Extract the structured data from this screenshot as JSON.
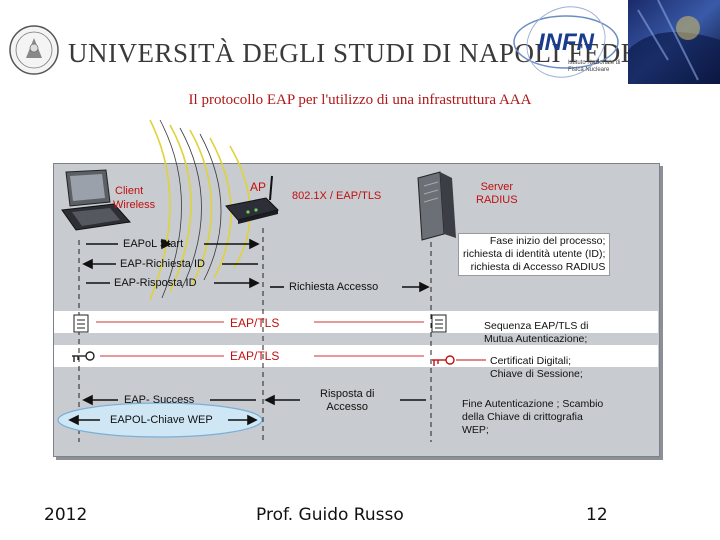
{
  "header": {
    "university_name": "UNIVERSITÀ DEGLI STUDI DI NAPOLI FEDERICO II",
    "infn_logo_text": "INFN",
    "infn_subtitle": "Istituto Nazionale di Fisica Nucleare"
  },
  "slide": {
    "title": "Il protocollo EAP per l'utilizzo di una infrastruttura AAA"
  },
  "diagram": {
    "client_label": "Client Wireless",
    "client_label_line1": "Client",
    "client_label_line2": "Wireless",
    "ap_label": "AP",
    "link_label": "802.1X / EAP/TLS",
    "server_label_line1": "Server",
    "server_label_line2": "RADIUS",
    "msg_eapol_start": "EAPoL Start",
    "msg_eap_richiesta_id": "EAP-Richiesta ID",
    "msg_eap_risposta_id": "EAP-Risposta ID",
    "msg_richiesta_accesso": "Richiesta Accesso",
    "msg_eap_tls_1": "EAP/TLS",
    "msg_eap_tls_2": "EAP/TLS",
    "msg_eap_success": "EAP- Success",
    "msg_eapol_chiave": "EAPOL-Chiave WEP",
    "msg_risposta_accesso_line1": "Risposta di",
    "msg_risposta_accesso_line2": "Accesso",
    "note_fase_line1": "Fase  inizio del processo;",
    "note_fase_line2": "richiesta di identità utente (ID);",
    "note_fase_line3": "richiesta di Accesso RADIUS",
    "note_sequenza_line1": "Sequenza EAP/TLS di",
    "note_sequenza_line2": "Mutua Autenticazione;",
    "note_cert_line1": "Certificati Digitali;",
    "note_cert_line2": "Chiave  di Sessione;",
    "note_fine_line1": "Fine Autenticazione ;  Scambio",
    "note_fine_line2": "della Chiave di crittografia",
    "note_fine_line3": "WEP;"
  },
  "footer": {
    "year": "2012",
    "author": "Prof. Guido Russo",
    "page_number": "12"
  },
  "colors": {
    "accent_red": "#c01010",
    "tls_band": "#ffffff",
    "panel": "#c8cbcf",
    "ellipse_fill": "#cfe6f5"
  }
}
